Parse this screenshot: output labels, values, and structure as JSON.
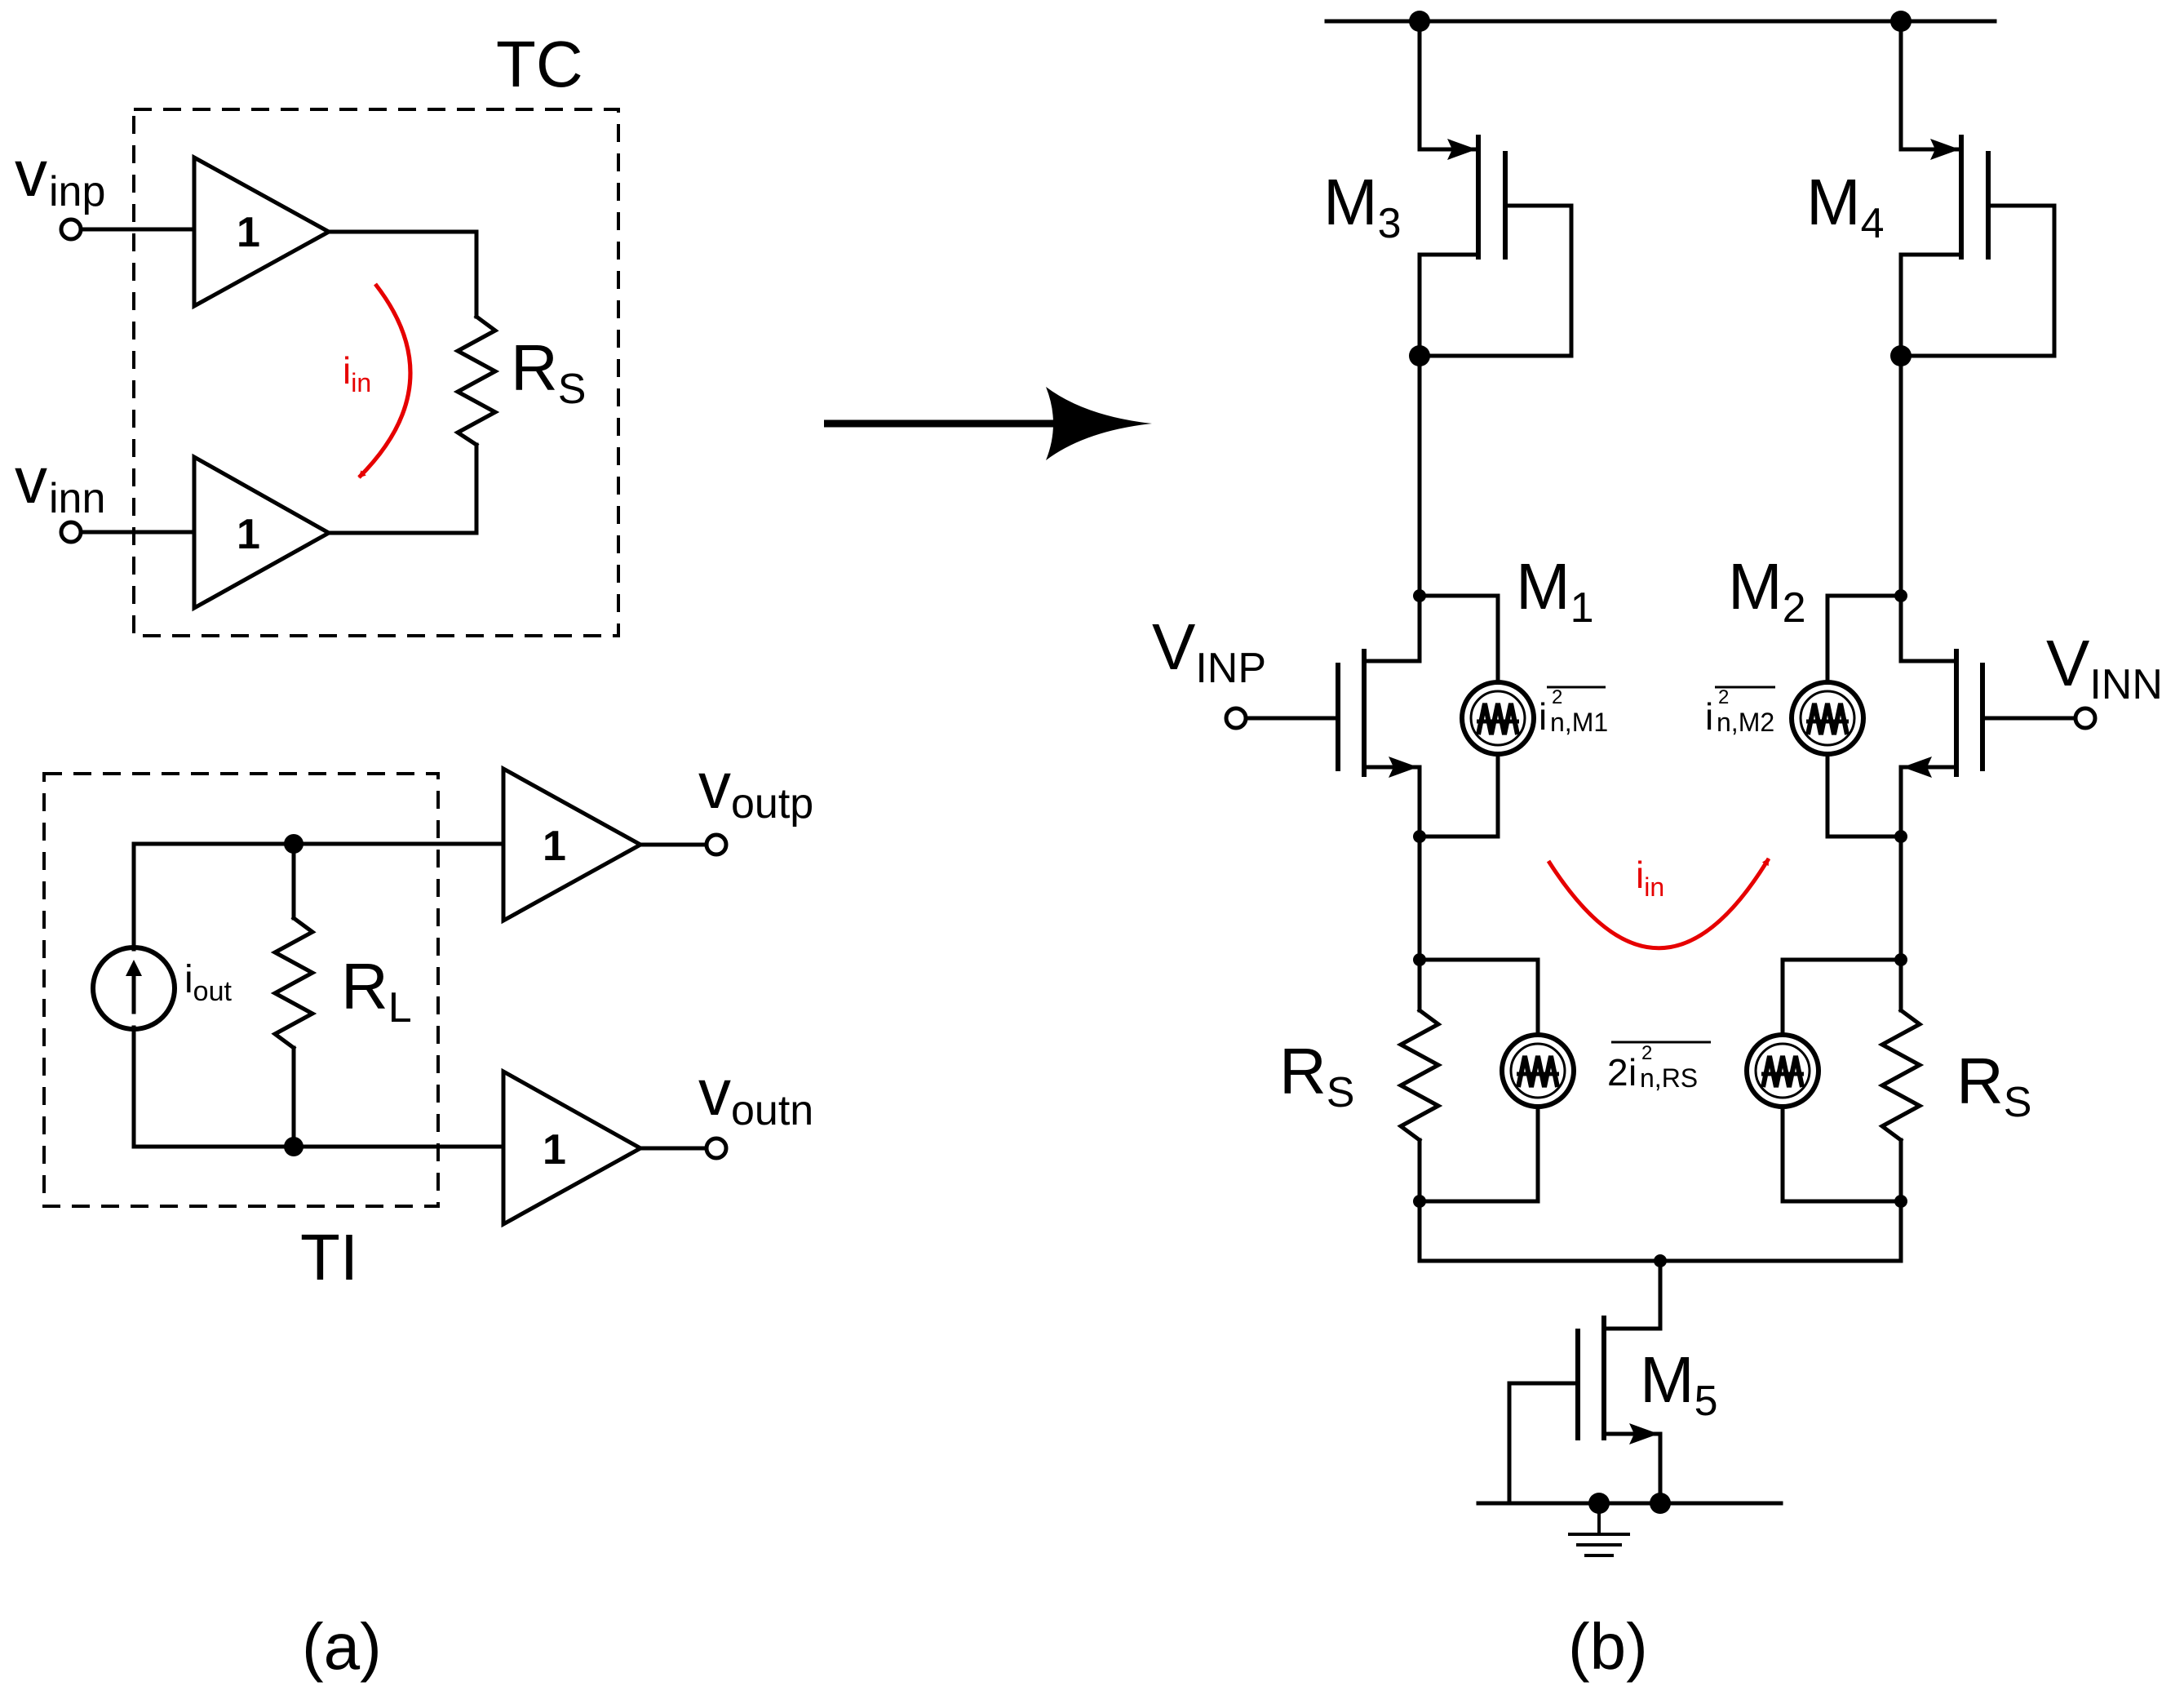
{
  "panel_a": {
    "caption": "(a)",
    "tc_box_label": "TC",
    "ti_box_label": "TI",
    "buffer_gain": "1",
    "vinp": {
      "base": "v",
      "sub": "inp"
    },
    "vinn": {
      "base": "v",
      "sub": "inn"
    },
    "voutp": {
      "base": "v",
      "sub": "outp"
    },
    "voutn": {
      "base": "v",
      "sub": "outn"
    },
    "rs": {
      "base": "R",
      "sub": "S"
    },
    "rl": {
      "base": "R",
      "sub": "L"
    },
    "iin": {
      "base": "i",
      "sub": "in"
    },
    "iout": {
      "base": "i",
      "sub": "out"
    }
  },
  "panel_b": {
    "caption": "(b)",
    "m1": {
      "base": "M",
      "sub": "1"
    },
    "m2": {
      "base": "M",
      "sub": "2"
    },
    "m3": {
      "base": "M",
      "sub": "3"
    },
    "m4": {
      "base": "M",
      "sub": "4"
    },
    "m5": {
      "base": "M",
      "sub": "5"
    },
    "vinp": {
      "base": "V",
      "sub": "INP"
    },
    "vinn": {
      "base": "V",
      "sub": "INN"
    },
    "rs_left": {
      "base": "R",
      "sub": "S"
    },
    "rs_right": {
      "base": "R",
      "sub": "S"
    },
    "iin": {
      "base": "i",
      "sub": "in"
    },
    "noise_m1": {
      "base": "i",
      "sup": "2",
      "sub": "n,M1"
    },
    "noise_m2": {
      "base": "i",
      "sup": "2",
      "sub": "n,M2"
    },
    "noise_rs": {
      "coef": "2",
      "base": "i",
      "sup": "2",
      "sub": "n,RS"
    }
  },
  "colors": {
    "wire": "#000000",
    "signal_current": "#e60000"
  }
}
